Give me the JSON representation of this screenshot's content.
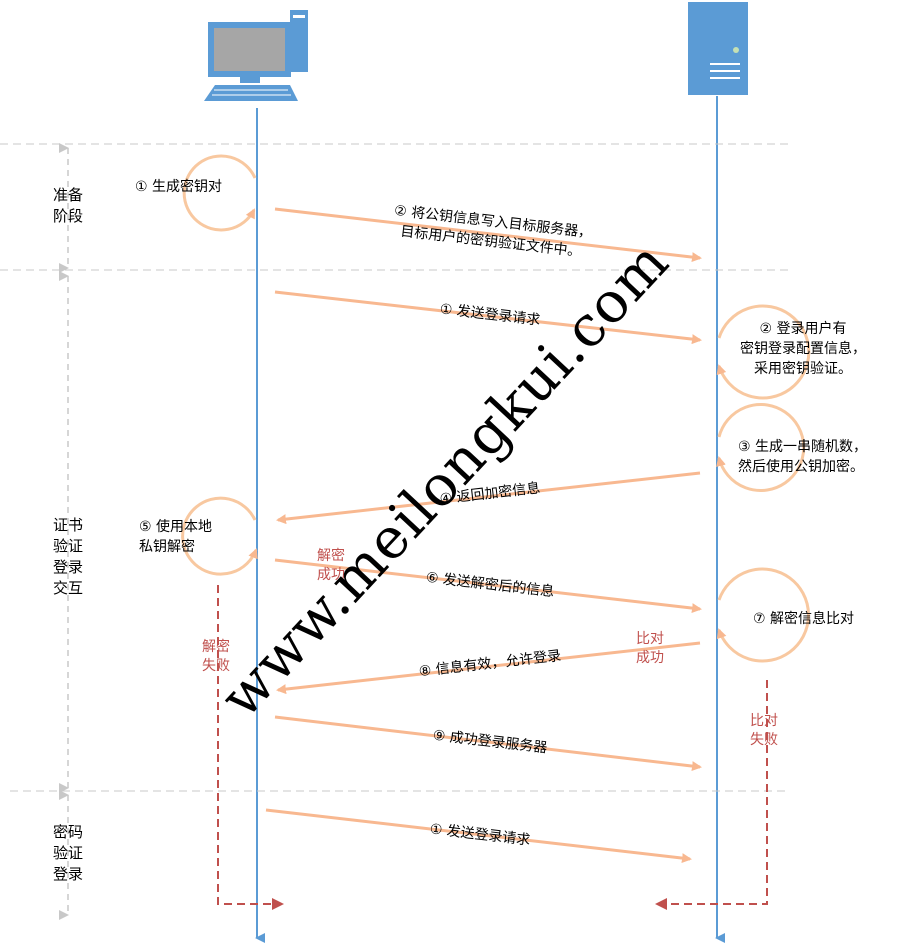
{
  "phases": {
    "prepare": "准备\n阶段",
    "cert": "证书\n验证\n登录\n交互",
    "password": "密码\n验证\n登录"
  },
  "steps": {
    "gen_key": "① 生成密钥对",
    "write_pubkey": "② 将公钥信息写入目标服务器，\n目标用户的密钥验证文件中。",
    "send_login_1": "① 发送登录请求",
    "login_user": "② 登录用户有\n密钥登录配置信息，\n采用密钥验证。",
    "gen_random": "③ 生成一串随机数，\n然后使用公钥加密。",
    "return_enc": "④ 返回加密信息",
    "decrypt_local": "⑤ 使用本地\n私钥解密",
    "send_decrypted": "⑥ 发送解密后的信息",
    "compare": "⑦ 解密信息比对",
    "valid": "⑧ 信息有效，允许登录",
    "success": "⑨ 成功登录服务器",
    "send_login_2": "① 发送登录请求"
  },
  "status": {
    "decrypt_ok": "解密\n成功",
    "decrypt_fail": "解密\n失败",
    "compare_ok": "比对\n成功",
    "compare_fail": "比对\n失败"
  },
  "watermark": "www.meilongkui.com",
  "colors": {
    "lifeline": "#5b9bd5",
    "arrow": "#f8b890",
    "loop": "#f8c8a0",
    "fail": "#c0504d",
    "divider": "#c8c8c8"
  },
  "icons": {
    "client": "desktop-computer-icon",
    "server": "server-tower-icon"
  }
}
